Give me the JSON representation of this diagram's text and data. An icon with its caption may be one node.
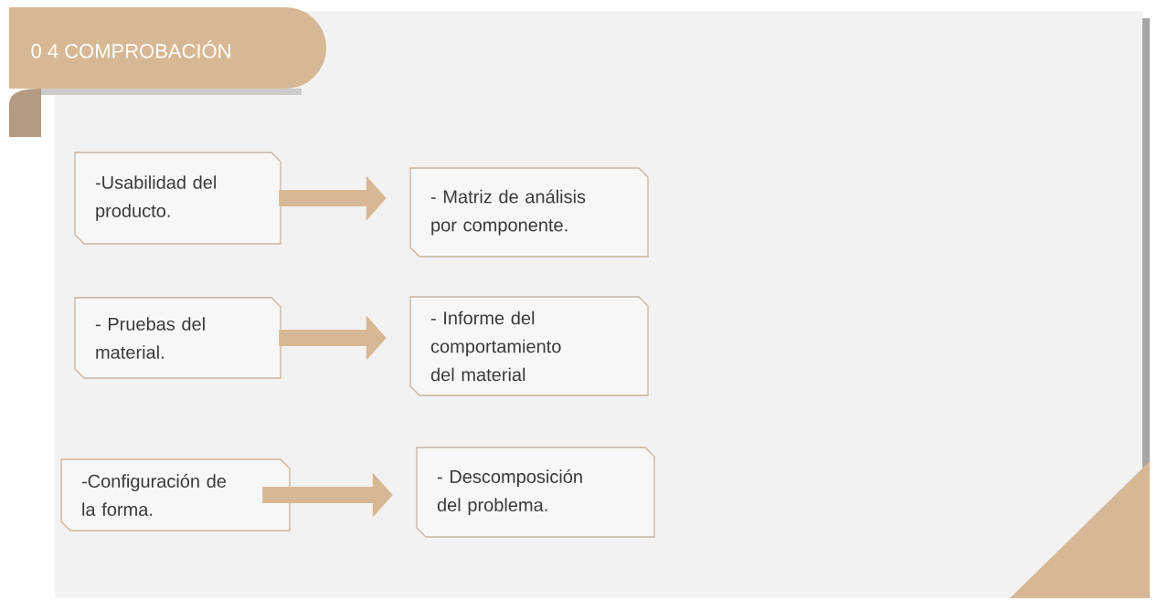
{
  "diagram": {
    "title": "0 4 COMPROBACIÓN",
    "nodes": [
      {
        "text": [
          "-Usabilidad del producto."
        ]
      },
      {
        "text": [
          "- Matriz de análisis por componente."
        ]
      },
      {
        "text": [
          "- Pruebas del material."
        ]
      },
      {
        "text": [
          "- Informe del comportamiento del material"
        ]
      },
      {
        "text": [
          "-Configuración de la forma."
        ]
      },
      {
        "text": [
          "- Descomposición del problema."
        ]
      }
    ],
    "edges": [
      {
        "from": 0,
        "to": 1,
        "arrow": "to"
      },
      {
        "from": 2,
        "to": 3,
        "arrow": "to"
      },
      {
        "from": 4,
        "to": 5,
        "arrow": "to"
      }
    ]
  }
}
